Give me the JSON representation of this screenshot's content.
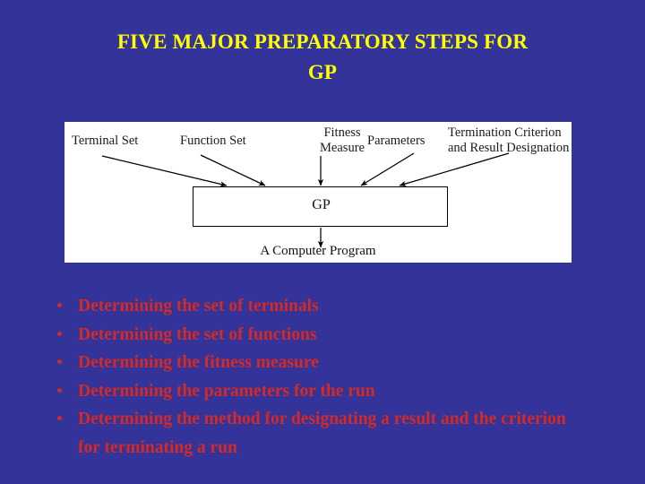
{
  "slide": {
    "background_color": "#333399",
    "title_line1": "FIVE MAJOR PREPARATORY STEPS FOR",
    "title_line2": "GP",
    "title_color": "#FFFF00"
  },
  "diagram": {
    "background_color": "#FFFFFF",
    "labels": {
      "terminal_set": "Terminal Set",
      "function_set": "Function Set",
      "fitness_measure": "Fitness Measure",
      "parameters": "Parameters",
      "termination": "Termination Criterion and Result Designation"
    },
    "process_box": "GP",
    "output": "A Computer Program"
  },
  "bullets": {
    "color": "#D42A26",
    "items": [
      {
        "text": "Determining the set of terminals"
      },
      {
        "text": "Determining the set of functions"
      },
      {
        "text": "Determining the fitness measure"
      },
      {
        "text": "Determining the parameters for the run"
      },
      {
        "text": "Determining the method for designating a result and the criterion for terminating a run"
      }
    ]
  }
}
